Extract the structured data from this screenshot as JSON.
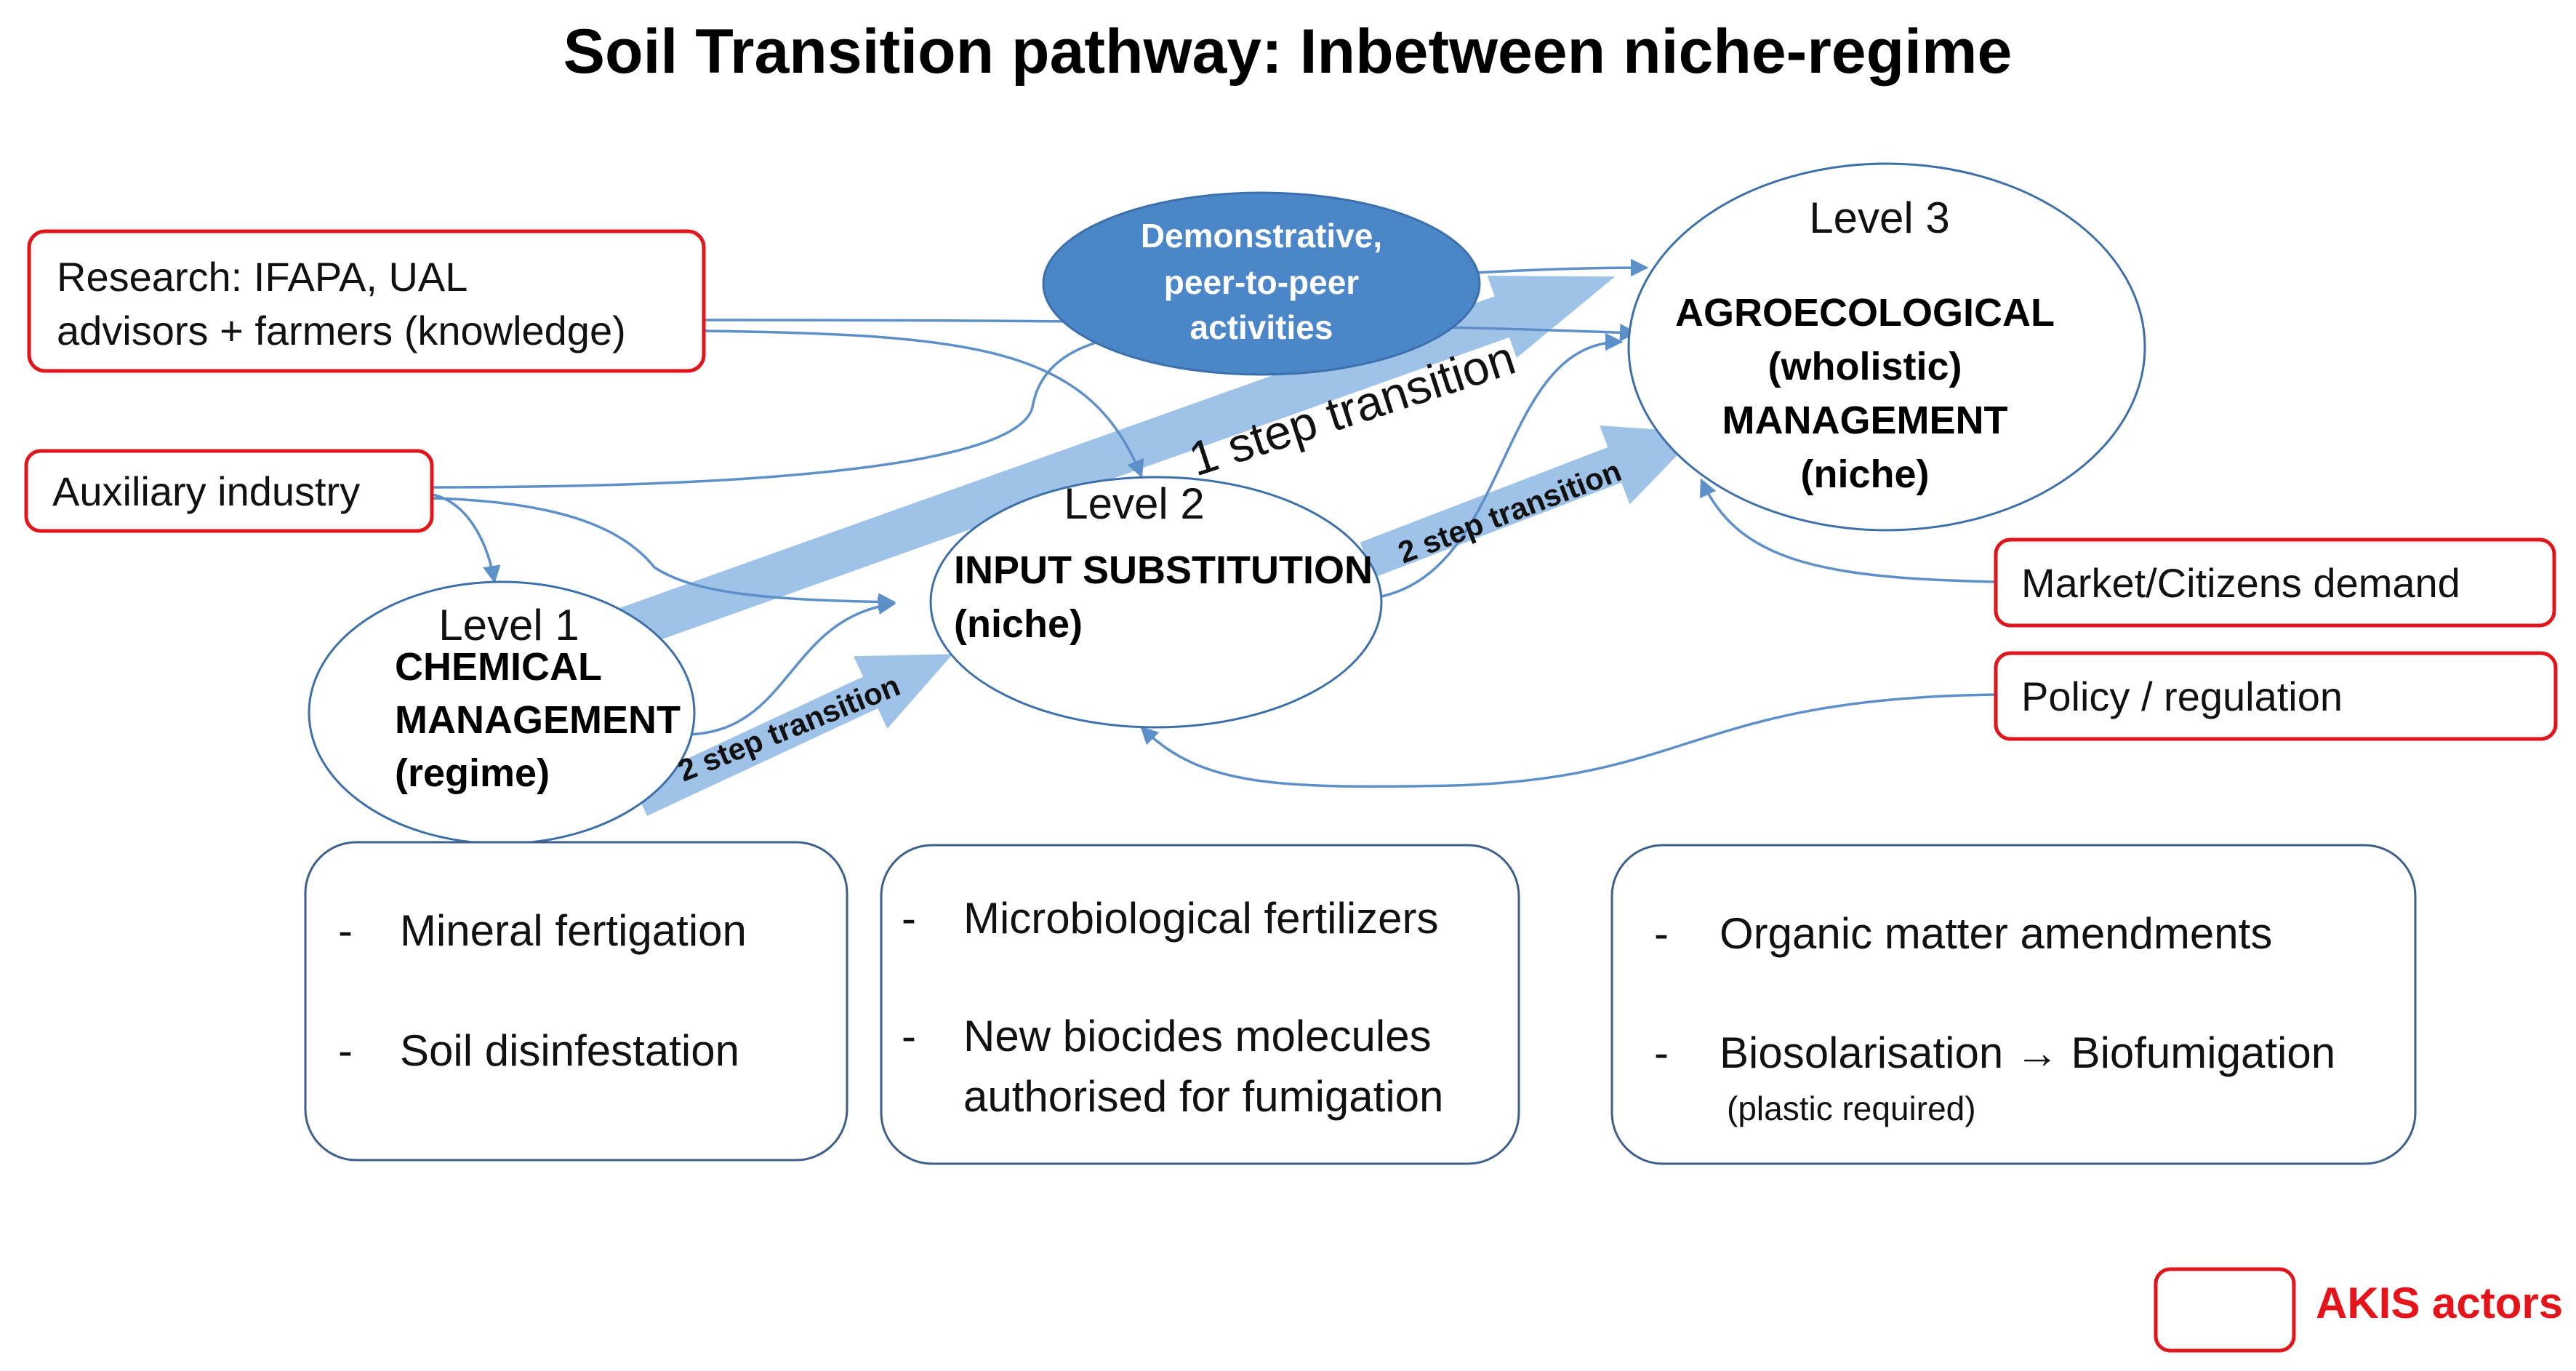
{
  "title": "Soil Transition pathway: Inbetween niche-regime",
  "actors": {
    "research_line1": "Research:  IFAPA, UAL",
    "research_line2": "advisors  + farmers  (knowledge)",
    "auxiliary": "Auxiliary industry",
    "market": "Market/Citizens  demand",
    "policy": "Policy / regulation"
  },
  "demonstrative": {
    "line1": "Demonstrative,",
    "line2": "peer-to-peer",
    "line3": "activities"
  },
  "levels": {
    "level1": {
      "label": "Level 1",
      "line1": "CHEMICAL",
      "line2": "MANAGEMENT",
      "line3": "(regime)"
    },
    "level2": {
      "label": "Level 2",
      "line1": "INPUT SUBSTITUTION",
      "line2": "(niche)"
    },
    "level3": {
      "label": "Level 3",
      "line1": "AGROECOLOGICAL",
      "line2": "(wholistic)",
      "line3": "MANAGEMENT",
      "line4": "(niche)"
    }
  },
  "transitions": {
    "one_step": "1 step transition",
    "two_step_a": "2 step transition",
    "two_step_b": "2 step transition"
  },
  "boxes": {
    "box1": {
      "dash": "-",
      "item1": "Mineral fertigation",
      "item2": "Soil disinfestation"
    },
    "box2": {
      "dash": "-",
      "item1": "Microbiological fertilizers",
      "item2_line1": "New biocides molecules",
      "item2_line2": "authorised for fumigation"
    },
    "box3": {
      "dash": "-",
      "item1": "Organic matter amendments",
      "item2": "Biosolarisation → Biofumigation",
      "note": "(plastic required)"
    }
  },
  "legend": {
    "label": "AKIS actors"
  },
  "colors": {
    "actor_border": "#e0161d",
    "demo_fill": "#4a86c8",
    "arrow_fill": "#9fc3e8",
    "connector": "#5d8fc9",
    "legend_text": "#e5141b"
  }
}
